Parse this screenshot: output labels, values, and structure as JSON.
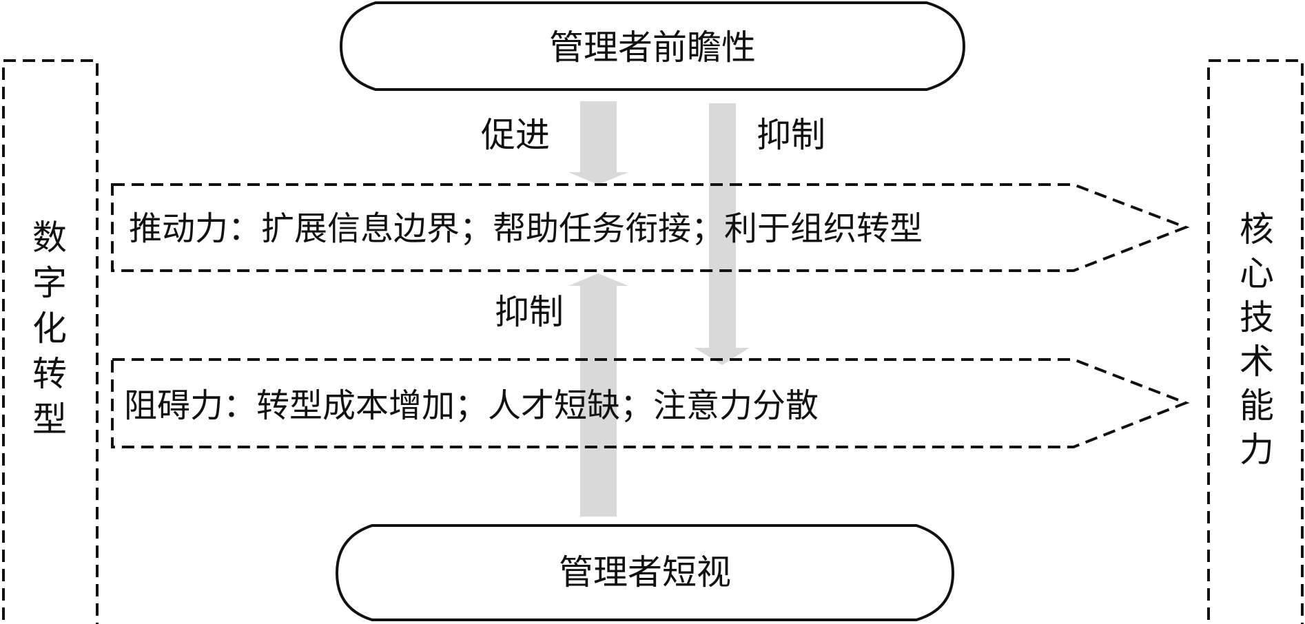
{
  "top_node": "管理者前瞻性",
  "bottom_node": "管理者短视",
  "left_node": [
    "数",
    "字",
    "化",
    "转",
    "型"
  ],
  "right_node": [
    "核",
    "心",
    "技",
    "术",
    "能",
    "力"
  ],
  "driving_force": "推动力：扩展信息边界；帮助任务衔接；利于组织转型",
  "hindering_force": "阻碍力：转型成本增加；人才短缺；注意力分散",
  "arrows": {
    "top_promote": "促进",
    "top_inhibit": "抑制",
    "bottom_inhibit": "抑制"
  },
  "colors": {
    "arrow_gray": "#d9d9d9",
    "stroke": "#111111"
  }
}
